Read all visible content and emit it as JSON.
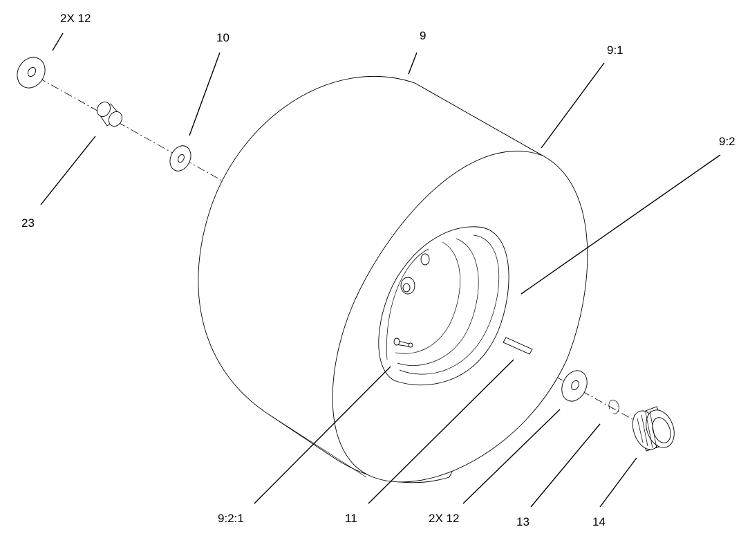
{
  "labels": {
    "washer_left": "2X 12",
    "washer_10": "10",
    "bushing": "23",
    "tire": "9",
    "tire_9_1": "9:1",
    "rim_9_2": "9:2",
    "valve": "9:2:1",
    "key": "11",
    "washer_right": "2X 12",
    "retainer": "13",
    "cap": "14"
  }
}
